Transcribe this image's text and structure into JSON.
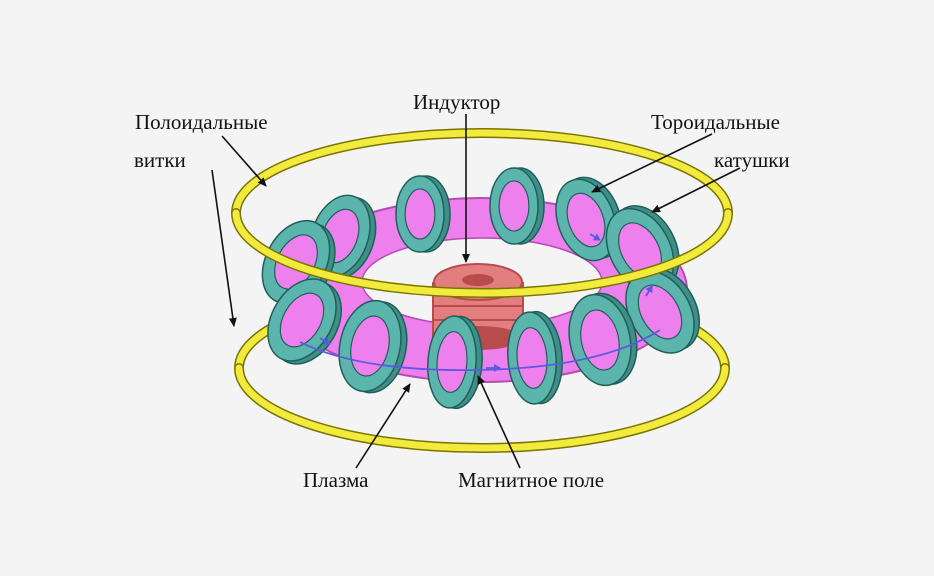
{
  "labels": {
    "poloidal_line1": "Полоидальные",
    "poloidal_line2": "витки",
    "inductor": "Индуктор",
    "toroidal_line1": "Тороидальные",
    "toroidal_line2": "катушки",
    "plasma": "Плазма",
    "magnetic_field": "Магнитное поле"
  },
  "colors": {
    "background": "#f4f4f4",
    "poloidal_coil": "#f2ea3c",
    "poloidal_coil_edge": "#7a7400",
    "toroidal_coil": "#5cb5ad",
    "toroidal_coil_side": "#3f8f88",
    "plasma": "#ee80ee",
    "plasma_edge": "#b44cb4",
    "inductor": "#e37e7e",
    "inductor_dark": "#b84c4c",
    "field_arrow": "#5a5ae0",
    "leader_line": "#111111"
  }
}
